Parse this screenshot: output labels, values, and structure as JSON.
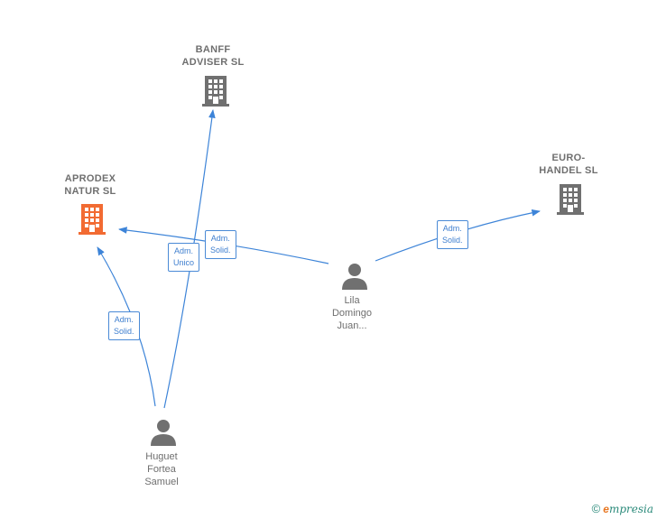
{
  "nodes": {
    "banff": {
      "lines": [
        "BANFF",
        "ADVISER  SL"
      ],
      "type": "company"
    },
    "aprodex": {
      "lines": [
        "APRODEX",
        "NATUR  SL"
      ],
      "type": "company",
      "highlight": true
    },
    "euro": {
      "lines": [
        "EURO-",
        "HANDEL  SL"
      ],
      "type": "company"
    },
    "lila": {
      "lines": [
        "Lila",
        "Domingo",
        "Juan..."
      ],
      "type": "person"
    },
    "huguet": {
      "lines": [
        "Huguet",
        "Fortea",
        "Samuel"
      ],
      "type": "person"
    }
  },
  "edges": {
    "lila_aprodex": {
      "lines": [
        "Adm.",
        "Solid."
      ]
    },
    "huguet_banff": {
      "lines": [
        "Adm.",
        "Unico"
      ]
    },
    "huguet_aprodex": {
      "lines": [
        "Adm.",
        "Solid."
      ]
    },
    "lila_euro": {
      "lines": [
        "Adm.",
        "Solid."
      ]
    }
  },
  "colors": {
    "edge": "#3d84d8",
    "company_icon": "#707070",
    "company_icon_highlight": "#f26b32",
    "person_icon": "#707070"
  },
  "footer": {
    "copyright": "©",
    "brand_e": "e",
    "brand_rest": "mpresia"
  }
}
